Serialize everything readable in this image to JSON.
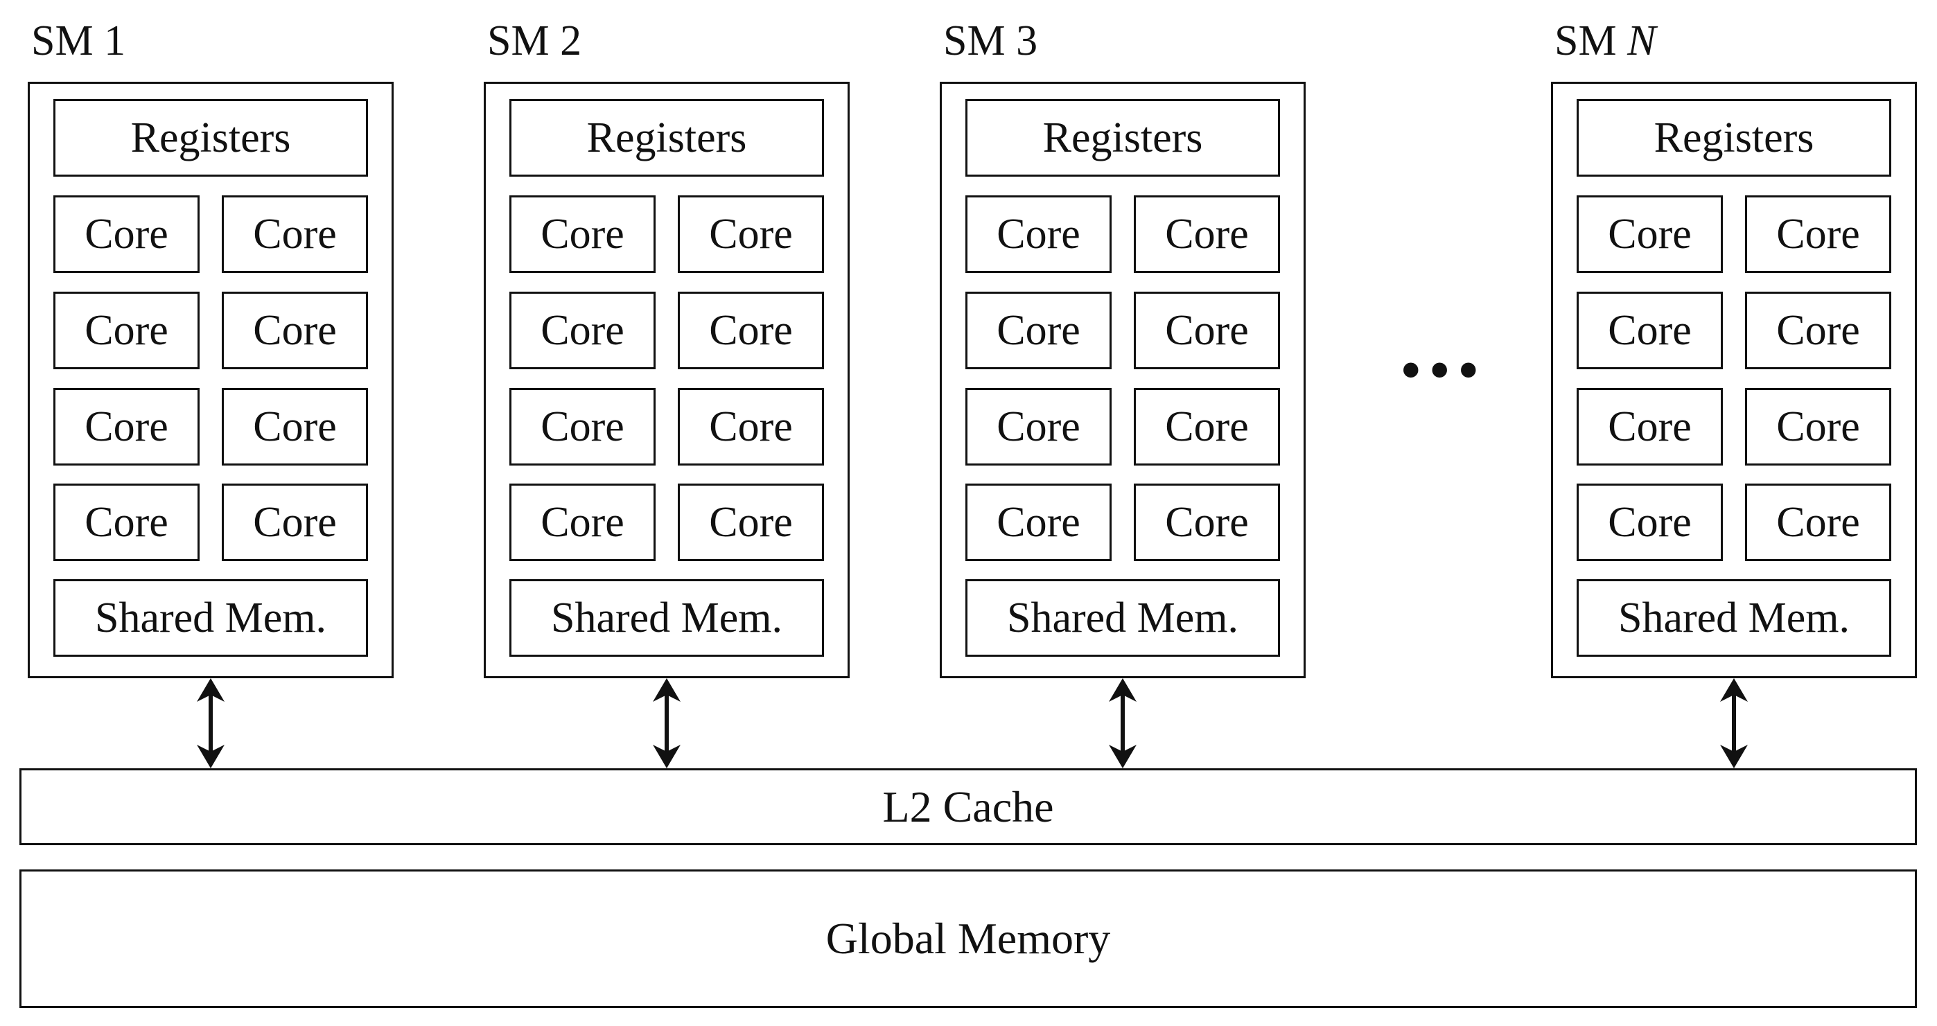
{
  "sms": [
    {
      "label_prefix": "SM ",
      "label_suffix": "1",
      "suffix_italic": false
    },
    {
      "label_prefix": "SM ",
      "label_suffix": "2",
      "suffix_italic": false
    },
    {
      "label_prefix": "SM ",
      "label_suffix": "3",
      "suffix_italic": false
    },
    {
      "label_prefix": "SM ",
      "label_suffix": "N",
      "suffix_italic": true
    }
  ],
  "sm_contents": {
    "registers": "Registers",
    "core": "Core",
    "shared_mem": "Shared Mem."
  },
  "ellipsis": "•••",
  "l2_cache": "L2 Cache",
  "global_memory": "Global Memory"
}
